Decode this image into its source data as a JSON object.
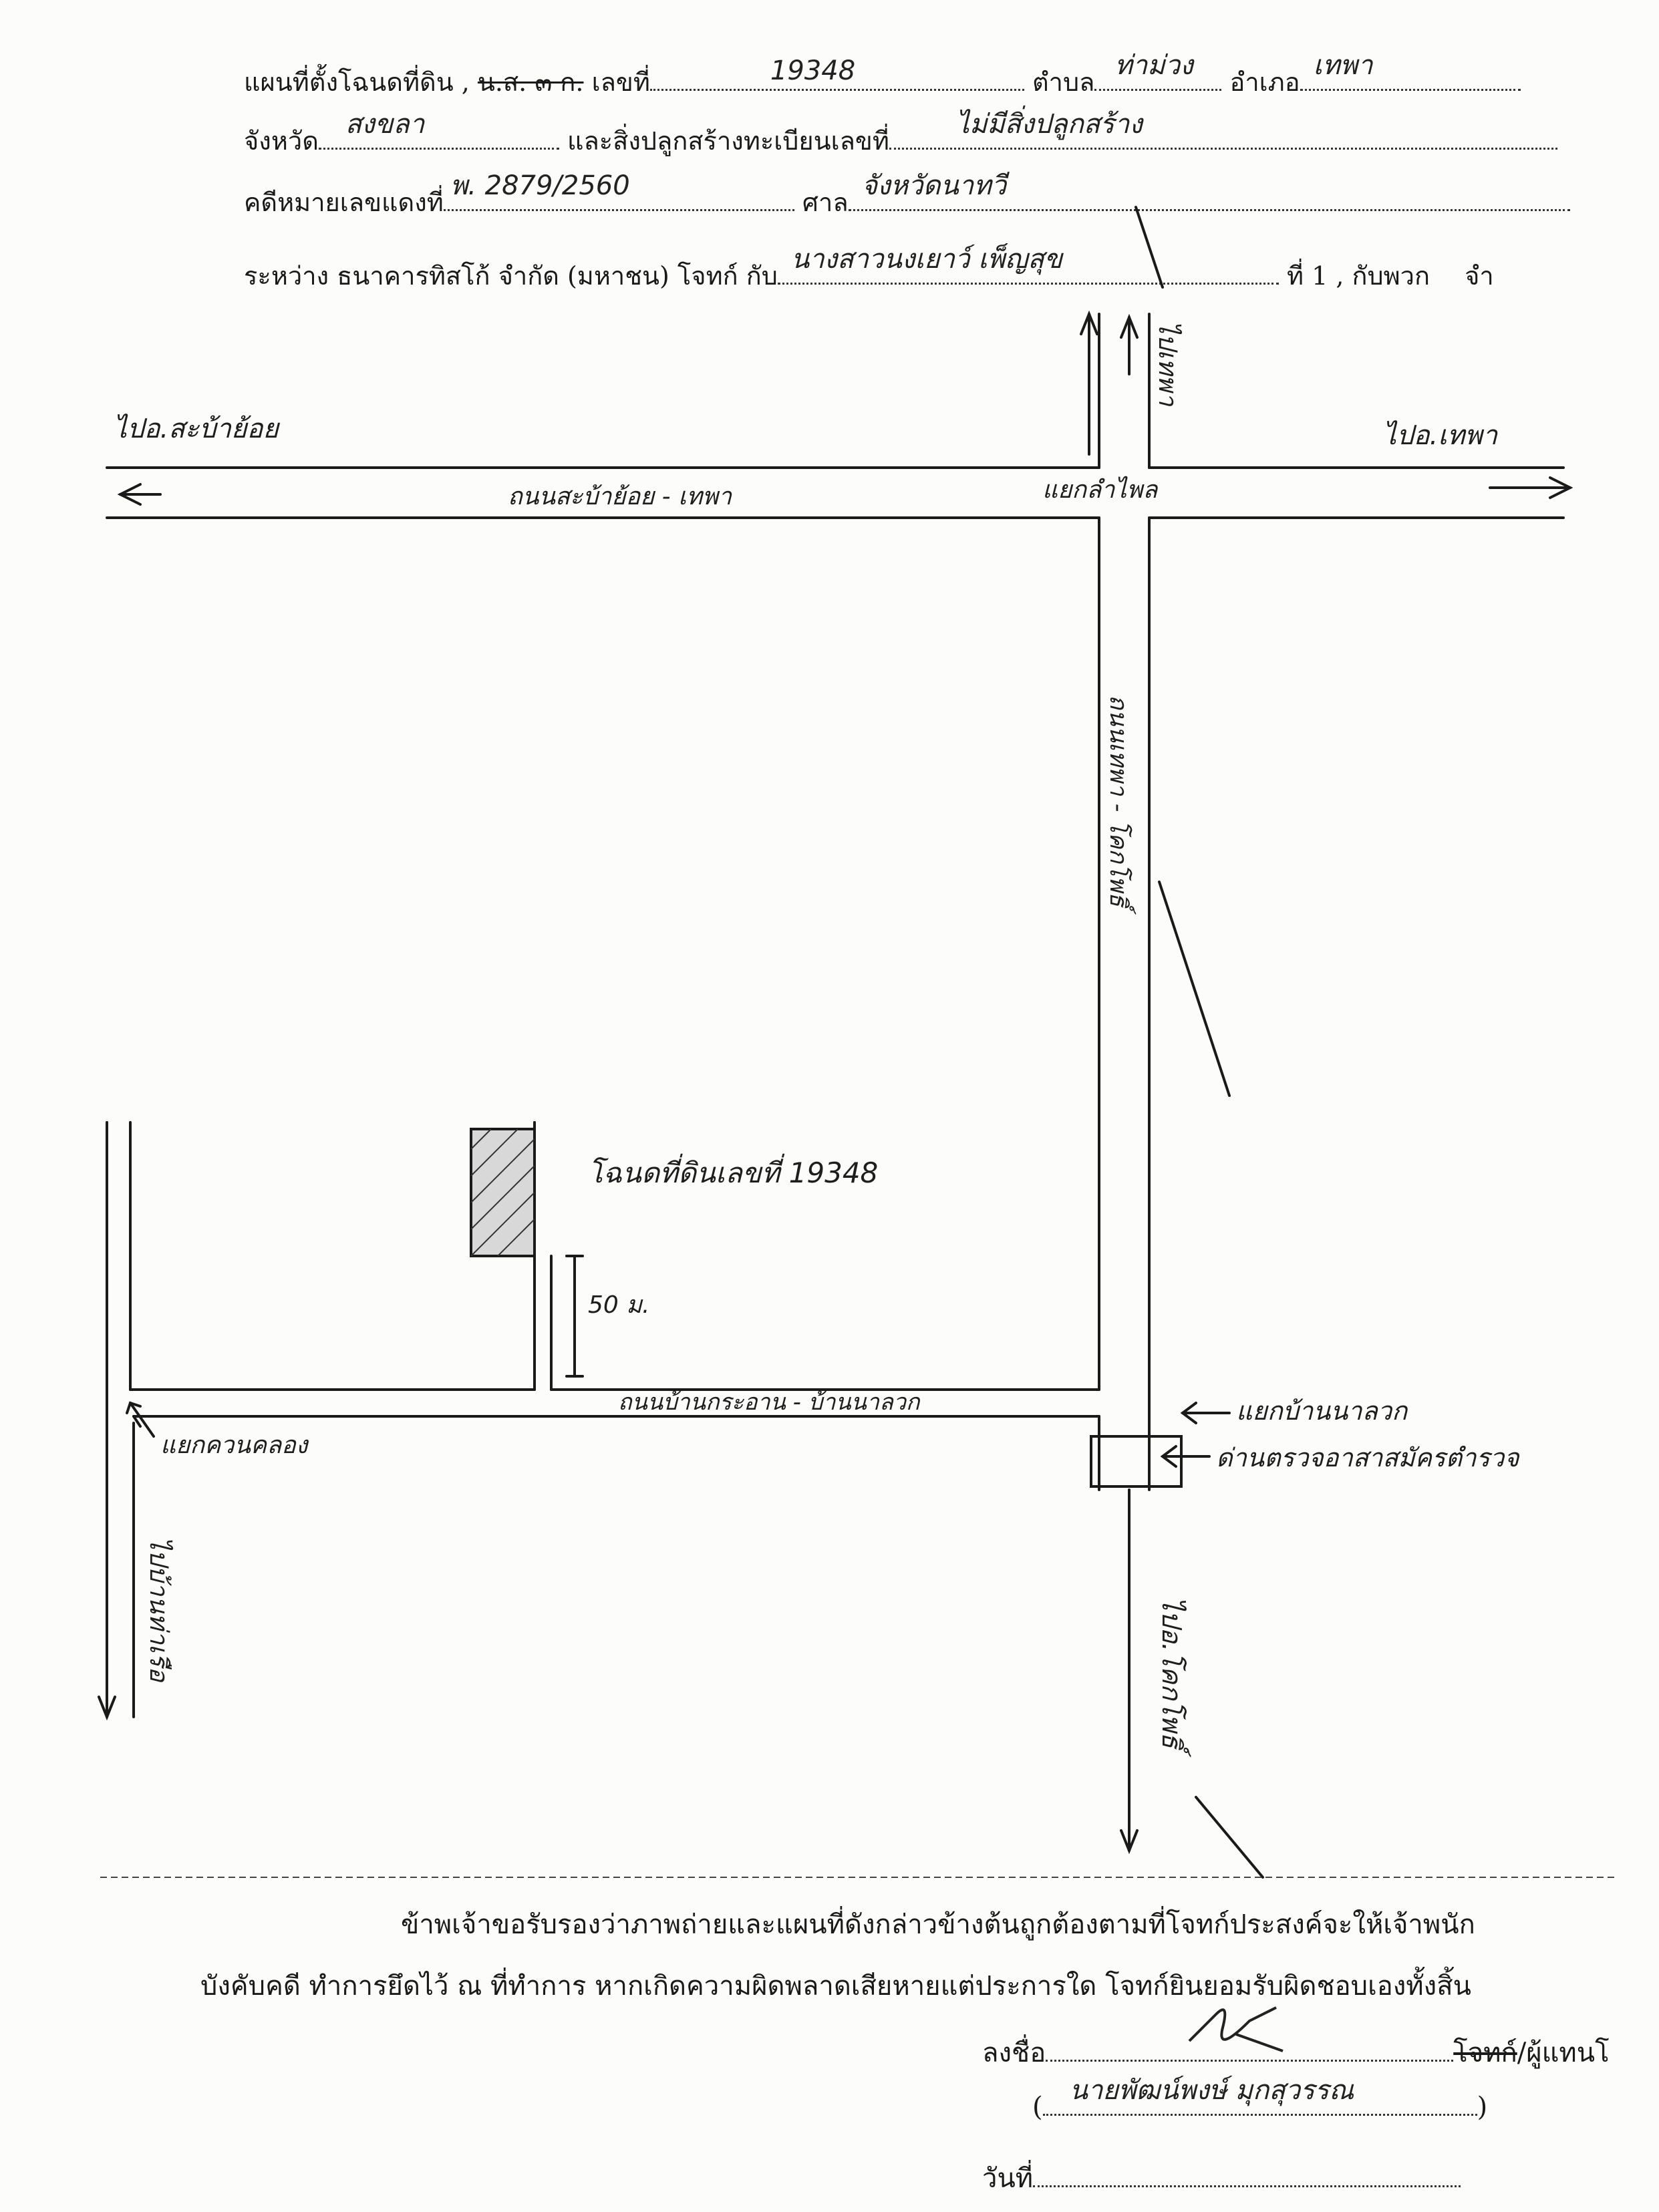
{
  "header": {
    "line1": {
      "prefix": "แผนที่ตั้งโฉนดที่ดิน ,",
      "struck": "น.ส. ๓ ก.",
      "no_label": "เลขที่",
      "deed_no": "19348",
      "tambon_label": "ตำบล",
      "tambon": "ท่าม่วง",
      "amphoe_label": "อำเภอ",
      "amphoe": "เทพา"
    },
    "line2": {
      "province_label": "จังหวัด",
      "province": "สงขลา",
      "building_label": "และสิ่งปลูกสร้างทะเบียนเลขที่",
      "building": "ไม่มีสิ่งปลูกสร้าง"
    },
    "line3": {
      "case_label": "คดีหมายเลขแดงที่",
      "case_no": "พ. 2879/2560",
      "court_label": "ศาล",
      "court": "จังหวัดนาทวี"
    },
    "line4": {
      "between": "ระหว่าง ธนาคารทิสโก้ จำกัด (มหาชน) โจทก์ กับ",
      "defendant": "นางสาวนงเยาว์ เพ็ญสุข",
      "tail": "ที่ 1 , กับพวก",
      "cut": "จำ"
    }
  },
  "map": {
    "to_west": "ไปอ.สะบ้าย้อย",
    "to_east": "ไปอ.เทพา",
    "main_road": "ถนนสะบ้าย้อย - เทพา",
    "junction_north": "แยกลำไพล",
    "to_north": "ไปเทพา",
    "vertical_road": "ถนนเทพา - โคกโพธิ์",
    "plot_label": "โฉนดที่ดินเลขที่ 19348",
    "distance": "50 ม.",
    "bottom_road": "ถนนบ้านกระอาน - บ้านนาลวก",
    "junction_west": "แยกควนคลอง",
    "junction_east": "แยกบ้านนาลวก",
    "police": "ด่านตรวจอาสาสมัครตำรวจ",
    "to_south_west": "ไปบ้านท่าเรือ",
    "to_south": "ไปอ.โคกโพธิ์"
  },
  "certification": {
    "line1": "ข้าพเจ้าขอรับรองว่าภาพถ่ายและแผนที่ดังกล่าวข้างต้นถูกต้องตามที่โจทก์ประสงค์จะให้เจ้าพนัก",
    "line2": "บังคับคดี ทำการยึดไว้ ณ ที่ทำการ หากเกิดความผิดพลาดเสียหายแต่ประการใด โจทก์ยินยอมรับผิดชอบเองทั้งสิ้น"
  },
  "signature": {
    "sign_label": "ลงชื่อ",
    "struck_role": "โจทก์",
    "role_rest": "/ผู้แทนโ",
    "name_open": "(",
    "name": "นายพัฒน์พงษ์ มุกสุวรรณ",
    "name_close": ")",
    "date_label": "วันที่"
  }
}
